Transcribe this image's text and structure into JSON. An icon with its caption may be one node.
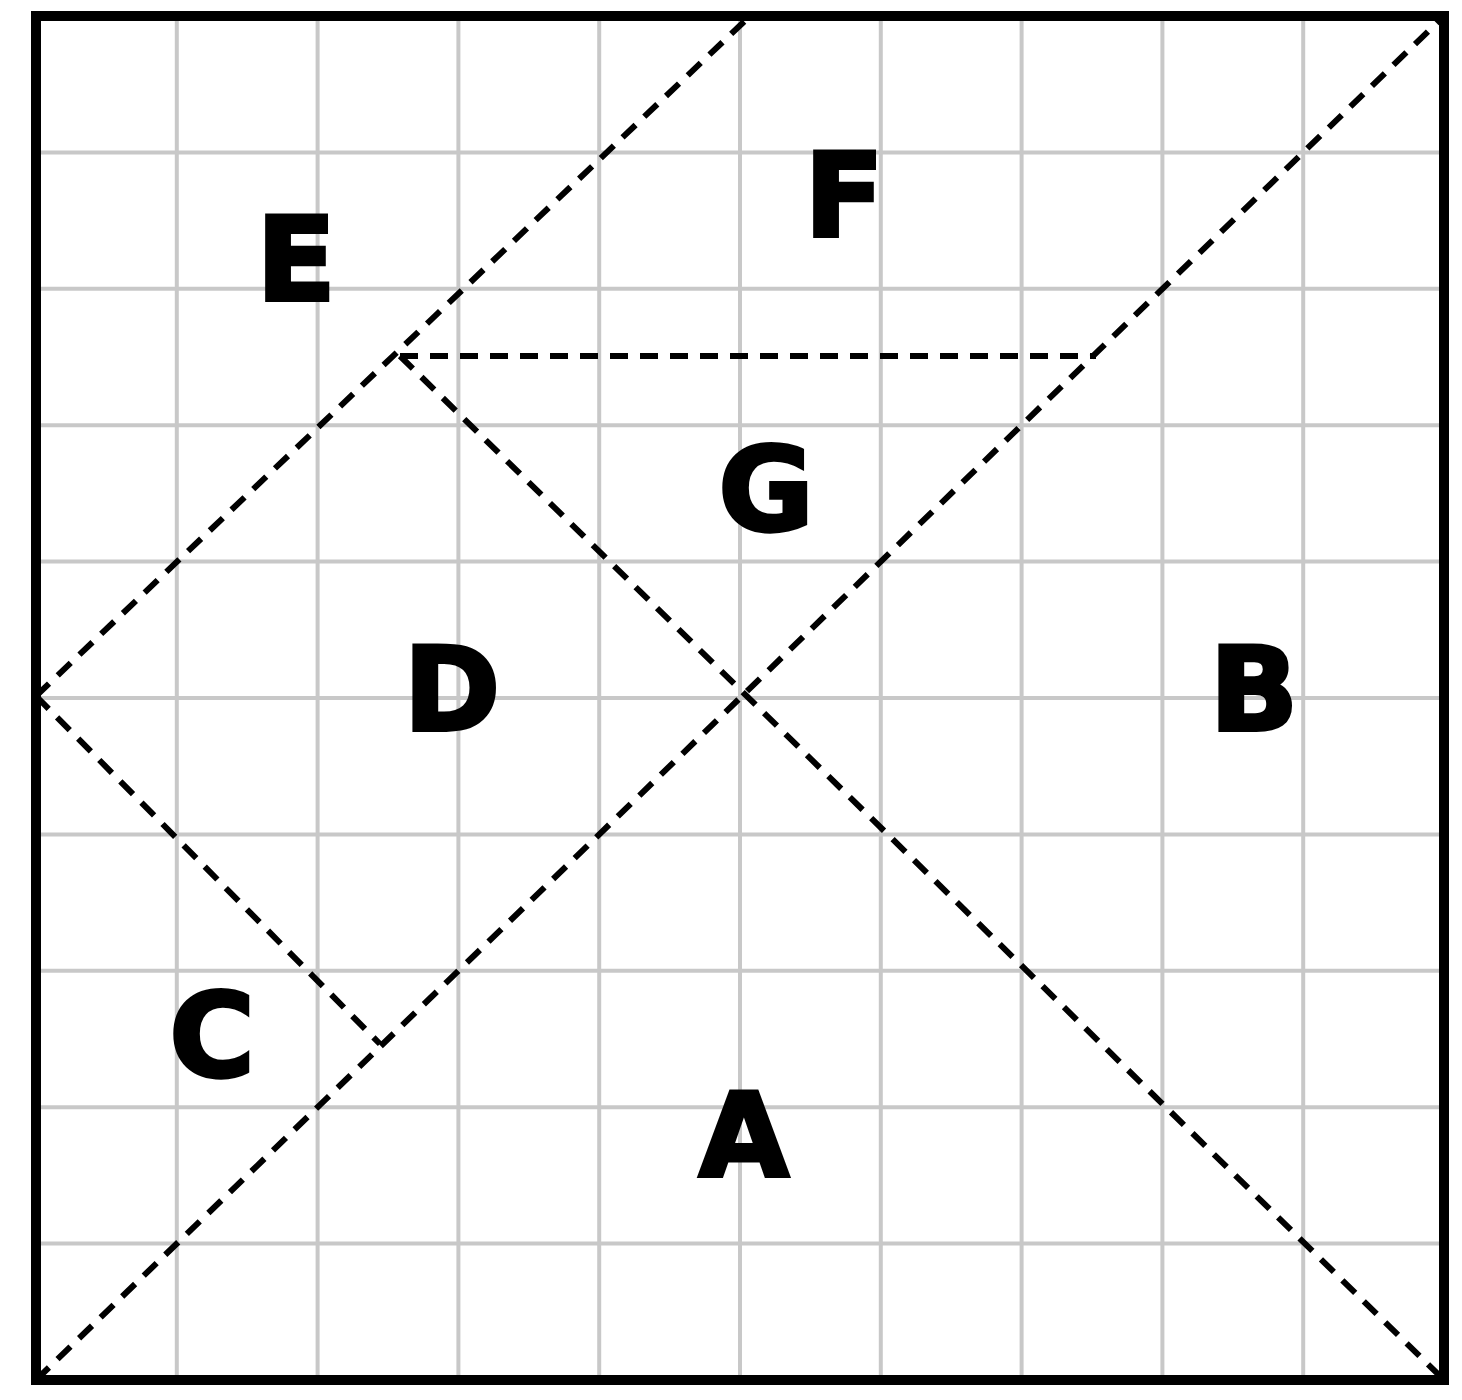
{
  "diagram": {
    "labels": [
      "F",
      "E",
      "G",
      "D",
      "B",
      "C",
      "A"
    ]
  }
}
